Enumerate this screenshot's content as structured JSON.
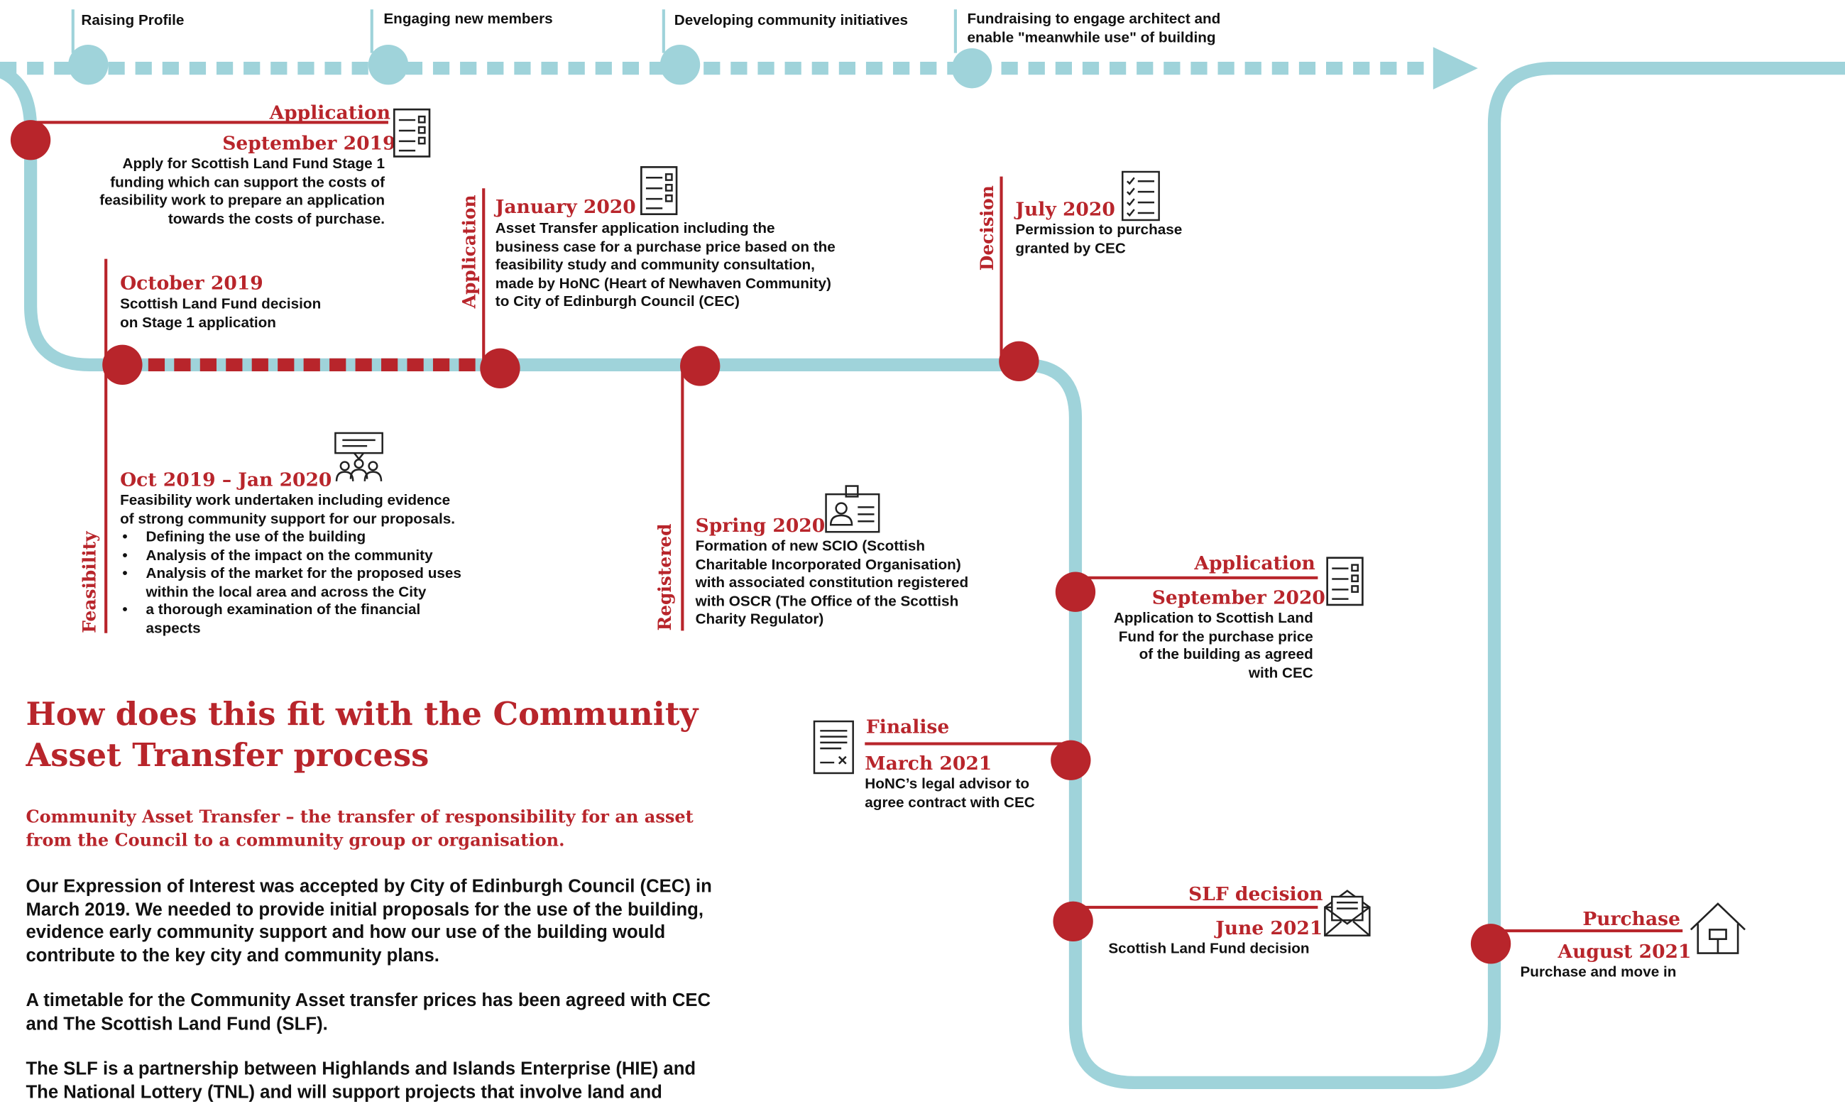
{
  "colors": {
    "track": "#9fd3da",
    "accent": "#b8252b",
    "text": "#111111"
  },
  "top_phases": [
    {
      "label": "Raising Profile"
    },
    {
      "label": "Engaging new members"
    },
    {
      "label": "Developing community initiatives"
    },
    {
      "label": "Fundraising to engage architect and\nenable \"meanwhile use\" of building"
    }
  ],
  "events": {
    "sep2019": {
      "stage": "Application",
      "date": "September 2019",
      "text": "Apply for Scottish Land Fund Stage 1\nfunding which can support the costs of\nfeasibility work to prepare an application\ntowards the costs of purchase.",
      "icon": "checklist-icon"
    },
    "oct2019": {
      "date": "October 2019",
      "text": "Scottish Land Fund decision\non Stage 1 application"
    },
    "feasibility": {
      "stage": "Feasibility",
      "date": "Oct 2019 – Jan 2020",
      "text": "Feasibility work undertaken including evidence\nof strong community support for our proposals.",
      "bullets": [
        "Defining the use of the building",
        "Analysis of the impact on the community",
        "Analysis of the market for the proposed uses\nwithin the local area and across the City",
        "a thorough examination of the financial\naspects"
      ],
      "icon": "community-meeting-icon"
    },
    "jan2020": {
      "stage": "Application",
      "date": "January 2020",
      "text": "Asset Transfer application including the\nbusiness case for a purchase price based on the\nfeasibility study and community consultation,\nmade by HoNC (Heart of Newhaven Community)\nto City of Edinburgh Council (CEC)",
      "icon": "checklist-icon"
    },
    "spring2020": {
      "stage": "Registered",
      "date": "Spring 2020",
      "text": "Formation of new SCIO (Scottish\nCharitable Incorporated Organisation)\nwith associated constitution registered\nwith OSCR (The Office of the Scottish\nCharity Regulator)",
      "icon": "id-badge-icon"
    },
    "jul2020": {
      "stage": "Decision",
      "date": "July 2020",
      "text": "Permission to purchase\ngranted by CEC",
      "icon": "checkbox-list-icon"
    },
    "sep2020": {
      "stage": "Application",
      "date": "September 2020",
      "text": "Application to Scottish Land\nFund for the purchase price\nof the building as agreed\nwith CEC",
      "icon": "checklist-icon"
    },
    "mar2021": {
      "stage": "Finalise",
      "date": "March 2021",
      "text": "HoNC’s legal advisor to\nagree contract with CEC",
      "icon": "contract-sign-icon"
    },
    "jun2021": {
      "stage": "SLF decision",
      "date": "June 2021",
      "text": "Scottish Land Fund decision",
      "icon": "letter-envelope-icon"
    },
    "aug2021": {
      "stage": "Purchase",
      "date": "August 2021",
      "text": "Purchase and move in",
      "icon": "house-icon"
    }
  },
  "article": {
    "heading": "How does this fit with the Community\nAsset Transfer process",
    "subheading": "Community Asset Transfer – the transfer of responsibility for an asset\nfrom the Council to a community group or organisation.",
    "paragraphs": [
      "Our Expression of Interest was accepted by City of Edinburgh Council (CEC) in\nMarch 2019. We needed to provide initial proposals for the use of the building,\nevidence early community support and how our use of the building would\ncontribute to the key city and community plans.",
      "A timetable for the Community Asset transfer prices has been agreed with CEC\nand The Scottish Land Fund (SLF).",
      "The SLF is a partnership between Highlands and Islands Enterprise (HIE) and\nThe National Lottery (TNL) and will support projects that involve land and"
    ]
  }
}
